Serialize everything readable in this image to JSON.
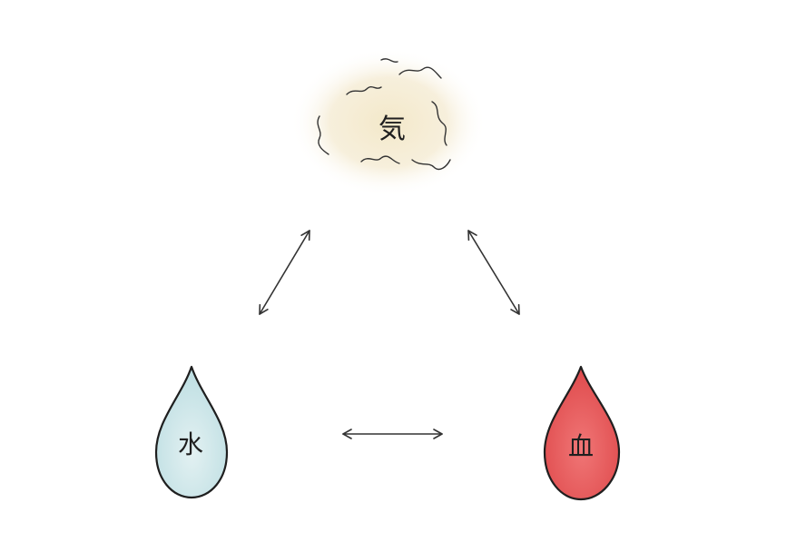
{
  "diagram": {
    "nodes": {
      "ki": {
        "label": "気",
        "color": "#f2e6c4"
      },
      "sui": {
        "label": "水",
        "color": "#cfe6ea"
      },
      "ketsu": {
        "label": "血",
        "color": "#e8595a"
      }
    },
    "edges": [
      {
        "from": "ki",
        "to": "sui",
        "type": "bidirectional"
      },
      {
        "from": "ki",
        "to": "ketsu",
        "type": "bidirectional"
      },
      {
        "from": "sui",
        "to": "ketsu",
        "type": "bidirectional"
      }
    ]
  }
}
